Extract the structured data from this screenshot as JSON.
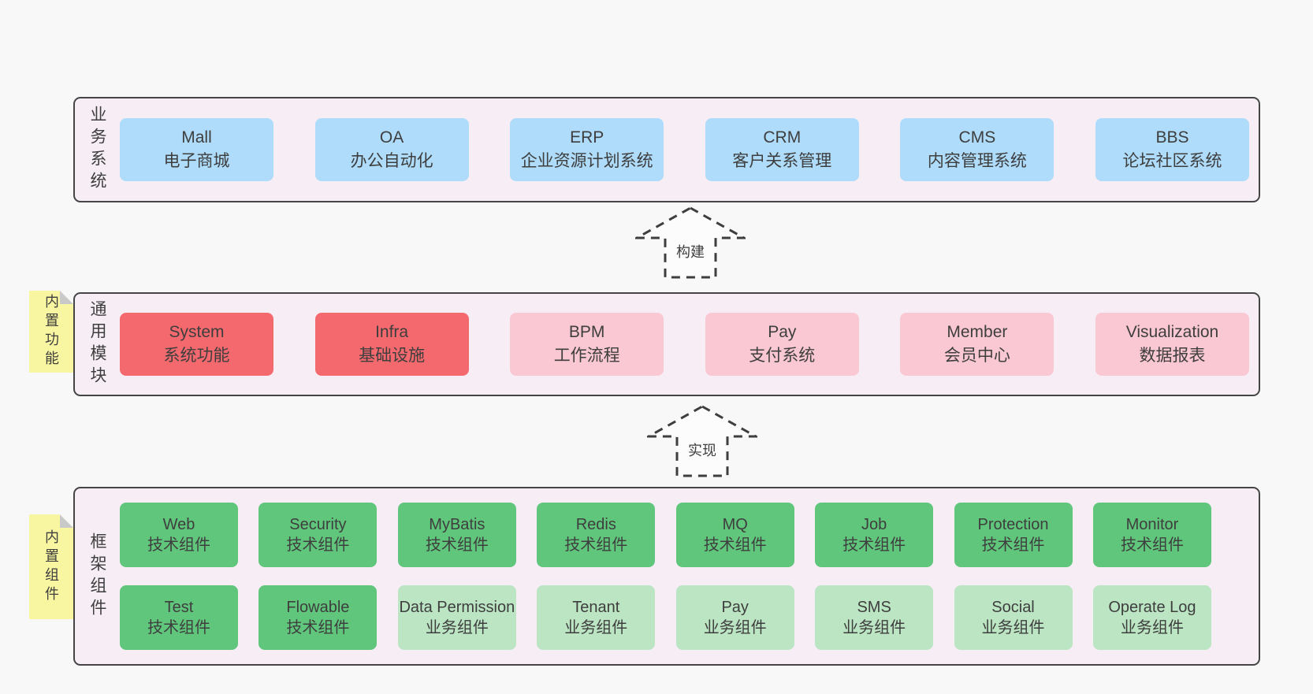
{
  "colors": {
    "page_bg": "#f8f8f8",
    "container_bg": "#f6edf5",
    "border": "#454545",
    "text": "#3e3e3e",
    "blue": "#aedcfa",
    "red": "#f4696e",
    "pink": "#f9c8d2",
    "green": "#60c67c",
    "green_light": "#bce5c3",
    "sticky": "#f9f6a1",
    "fold": "#c9c9c9",
    "arrow_fill": "#fcfcfc"
  },
  "business": {
    "title": "业务系统",
    "items": [
      {
        "name": "Mall",
        "subtitle": "电子商城",
        "type": "blue"
      },
      {
        "name": "OA",
        "subtitle": "办公自动化",
        "type": "blue"
      },
      {
        "name": "ERP",
        "subtitle": "企业资源计划系统",
        "type": "blue"
      },
      {
        "name": "CRM",
        "subtitle": "客户关系管理",
        "type": "blue"
      },
      {
        "name": "CMS",
        "subtitle": "内容管理系统",
        "type": "blue"
      },
      {
        "name": "BBS",
        "subtitle": "论坛社区系统",
        "type": "blue"
      }
    ]
  },
  "arrows": {
    "build": "构建",
    "implement": "实现"
  },
  "modules": {
    "title": "通用模块",
    "sticky": "内置功能",
    "items": [
      {
        "name": "System",
        "subtitle": "系统功能",
        "type": "red"
      },
      {
        "name": "Infra",
        "subtitle": "基础设施",
        "type": "red"
      },
      {
        "name": "BPM",
        "subtitle": "工作流程",
        "type": "pink"
      },
      {
        "name": "Pay",
        "subtitle": "支付系统",
        "type": "pink"
      },
      {
        "name": "Member",
        "subtitle": "会员中心",
        "type": "pink"
      },
      {
        "name": "Visualization",
        "subtitle": "数据报表",
        "type": "pink"
      }
    ]
  },
  "components": {
    "title": "框架组件",
    "sticky": "内置组件",
    "rows": [
      [
        {
          "name": "Web",
          "subtitle": "技术组件",
          "type": "green"
        },
        {
          "name": "Security",
          "subtitle": "技术组件",
          "type": "green"
        },
        {
          "name": "MyBatis",
          "subtitle": "技术组件",
          "type": "green"
        },
        {
          "name": "Redis",
          "subtitle": "技术组件",
          "type": "green"
        },
        {
          "name": "MQ",
          "subtitle": "技术组件",
          "type": "green"
        },
        {
          "name": "Job",
          "subtitle": "技术组件",
          "type": "green"
        },
        {
          "name": "Protection",
          "subtitle": "技术组件",
          "type": "green"
        },
        {
          "name": "Monitor",
          "subtitle": "技术组件",
          "type": "green"
        }
      ],
      [
        {
          "name": "Test",
          "subtitle": "技术组件",
          "type": "green"
        },
        {
          "name": "Flowable",
          "subtitle": "技术组件",
          "type": "green"
        },
        {
          "name": "Data Permission",
          "subtitle": "业务组件",
          "type": "green-light"
        },
        {
          "name": "Tenant",
          "subtitle": "业务组件",
          "type": "green-light"
        },
        {
          "name": "Pay",
          "subtitle": "业务组件",
          "type": "green-light"
        },
        {
          "name": "SMS",
          "subtitle": "业务组件",
          "type": "green-light"
        },
        {
          "name": "Social",
          "subtitle": "业务组件",
          "type": "green-light"
        },
        {
          "name": "Operate Log",
          "subtitle": "业务组件",
          "type": "green-light"
        }
      ]
    ]
  }
}
